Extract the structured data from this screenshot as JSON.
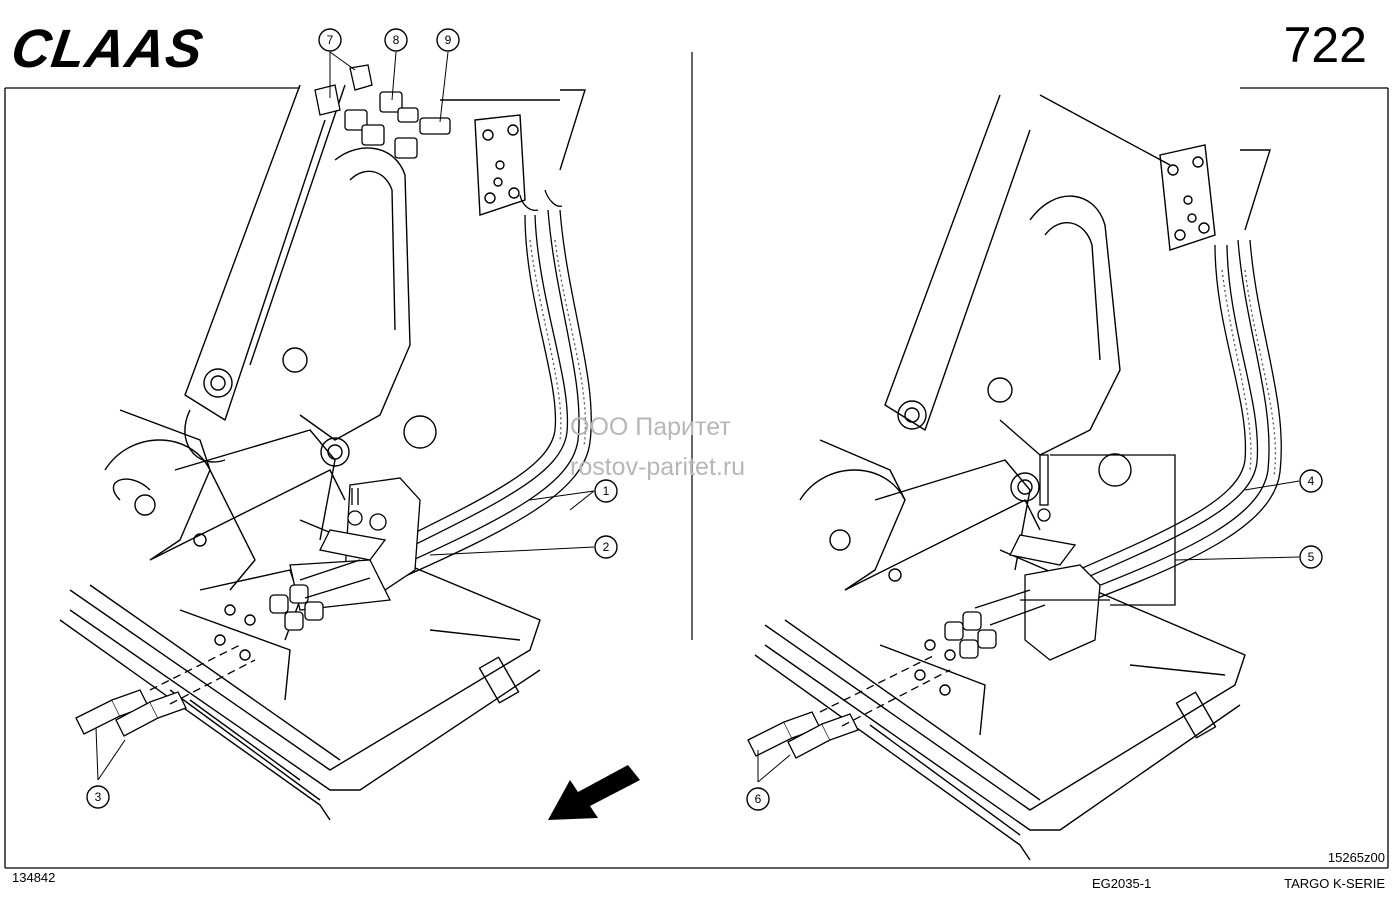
{
  "header": {
    "brand": "CLAAS",
    "page_number": "722"
  },
  "watermark": {
    "company": "ООО Паритет",
    "site": "rostov-paritet.ru"
  },
  "callouts": {
    "left": [
      "7",
      "8",
      "9",
      "1",
      "2",
      "3"
    ],
    "right": [
      "4",
      "5",
      "6"
    ]
  },
  "footer": {
    "image_number": "134842",
    "drawing_code": "EG2035-1",
    "reference_code": "15265z00",
    "model_series": "TARGO K-SERIE"
  }
}
